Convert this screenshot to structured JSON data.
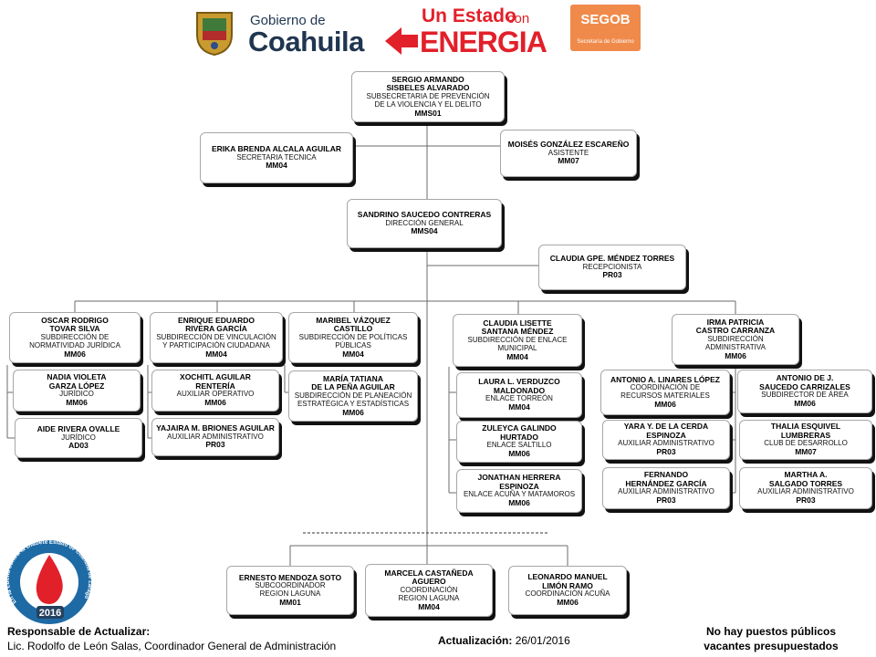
{
  "header": {
    "logo_gobierno": {
      "line1": "Gobierno de",
      "line2": "Coahuila"
    },
    "logo_estado": {
      "line1": "Un Estado",
      "line1b": "con",
      "line2": "ENERGIA"
    },
    "logo_segob": {
      "line1": "SEGOB",
      "line2": "Secretaría de Gobierno"
    }
  },
  "nodes": {
    "n_sergio": {
      "name": [
        "SERGIO ARMANDO",
        "SISBELES ALVARADO"
      ],
      "role": [
        "SUBSECRETARIA DE PREVENCIÓN",
        "DE LA VIOLENCIA Y EL DELITO"
      ],
      "code": "MMS01"
    },
    "n_erika": {
      "name": [
        "ERIKA BRENDA ALCALA AGUILAR"
      ],
      "role": [
        "SECRETARIA TECNICA"
      ],
      "code": "MM04"
    },
    "n_moises": {
      "name": [
        "MOISÉS GONZÁLEZ ESCAREÑO"
      ],
      "role": [
        "ASISTENTE"
      ],
      "code": "MM07"
    },
    "n_sandrino": {
      "name": [
        "SANDRINO SAUCEDO CONTRERAS"
      ],
      "role": [
        "DIRECCIÓN GENERAL"
      ],
      "code": "MMS04"
    },
    "n_claudia_mendez": {
      "name": [
        "CLAUDIA GPE. MÉNDEZ TORRES"
      ],
      "role": [
        "RECEPCIONISTA"
      ],
      "code": "PR03"
    },
    "n_oscar": {
      "name": [
        "OSCAR RODRIGO",
        "TOVAR SILVA"
      ],
      "role": [
        "SUBDIRECCIÓN DE",
        "NORMATIVIDAD JURÍDICA"
      ],
      "code": "MM06"
    },
    "n_enrique": {
      "name": [
        "ENRIQUE EDUARDO",
        "RIVERA GARCÍA"
      ],
      "role": [
        "SUBDIRECCIÓN DE VINCULACIÓN",
        "Y PARTICIPACIÓN CIUDADANA"
      ],
      "code": "MM04"
    },
    "n_maribel": {
      "name": [
        "MARIBEL VÁZQUEZ",
        "CASTILLO"
      ],
      "role": [
        "SUBDIRECCIÓN DE POLÍTICAS",
        "PÚBLICAS"
      ],
      "code": "MM04"
    },
    "n_claudia_santana": {
      "name": [
        "CLAUDIA LISETTE",
        "SANTANA MÉNDEZ"
      ],
      "role": [
        "SUBDIRECCIÓN DE ENLACE",
        "MUNICIPAL"
      ],
      "code": "MM04"
    },
    "n_irma": {
      "name": [
        "IRMA PATRICIA",
        "CASTRO CARRANZA"
      ],
      "role": [
        "SUBDIRECCIÓN",
        "ADMINISTRATIVA"
      ],
      "code": "MM06"
    },
    "n_nadia": {
      "name": [
        "NADIA VIOLETA",
        "GARZA LÓPEZ"
      ],
      "role": [
        "JURÍDICO"
      ],
      "code": "MM06"
    },
    "n_aide": {
      "name": [
        "AIDE RIVERA OVALLE"
      ],
      "role": [
        "JURÍDICO"
      ],
      "code": "AD03"
    },
    "n_xochitl": {
      "name": [
        "XOCHITL AGUILAR",
        "RENTERÍA"
      ],
      "role": [
        "AUXILIAR OPERATIVO"
      ],
      "code": "MM06"
    },
    "n_yajaira": {
      "name": [
        "YAJAIRA M. BRIONES AGUILAR"
      ],
      "role": [
        "AUXILIAR ADMINISTRATIVO"
      ],
      "code": "PR03"
    },
    "n_maria": {
      "name": [
        "MARÍA TATIANA",
        "DE LA PEÑA AGUILAR"
      ],
      "role": [
        "SUBDIRECCIÓN DE PLANEACIÓN",
        "ESTRATÉGICA Y ESTADÍSTICAS"
      ],
      "code": "MM06"
    },
    "n_laura": {
      "name": [
        "LAURA L. VERDUZCO",
        "MALDONADO"
      ],
      "role": [
        "ENLACE TORREÓN"
      ],
      "code": "MM04"
    },
    "n_zuleyca": {
      "name": [
        "ZULEYCA GALINDO",
        "HURTADO"
      ],
      "role": [
        "ENLACE SALTILLO"
      ],
      "code": "MM06"
    },
    "n_jonathan": {
      "name": [
        "JONATHAN HERRERA",
        "ESPINOZA"
      ],
      "role": [
        "ENLACE ACUÑA Y MATAMOROS"
      ],
      "code": "MM06"
    },
    "n_antonio_l": {
      "name": [
        "ANTONIO A. LINARES LÓPEZ"
      ],
      "role": [
        "COORDINACIÓN DE",
        "RECURSOS MATERIALES"
      ],
      "code": "MM06"
    },
    "n_yara": {
      "name": [
        "YARA Y. DE LA CERDA",
        "ESPINOZA"
      ],
      "role": [
        "AUXILIAR ADMINISTRATIVO"
      ],
      "code": "PR03"
    },
    "n_fernando": {
      "name": [
        "FERNANDO",
        "HERNÁNDEZ GARCÍA"
      ],
      "role": [
        "AUXILIAR ADMINISTRATIVO"
      ],
      "code": "PR03"
    },
    "n_antonio_s": {
      "name": [
        "ANTONIO DE J.",
        "SAUCEDO CARRIZALES"
      ],
      "role": [
        "SUBDIRECTOR DE ÁREA"
      ],
      "code": "MM06"
    },
    "n_thalia": {
      "name": [
        "THALIA ESQUIVEL",
        "LUMBRERAS"
      ],
      "role": [
        "CLUB DE DESARROLLO"
      ],
      "code": "MM07"
    },
    "n_martha": {
      "name": [
        "MARTHA A.",
        "SALGADO TORRES"
      ],
      "role": [
        "AUXILIAR ADMINISTRATIVO"
      ],
      "code": "PR03"
    },
    "n_ernesto": {
      "name": [
        "ERNESTO MENDOZA SOTO"
      ],
      "role": [
        "SUBCOORDINADOR",
        "REGION LAGUNA"
      ],
      "code": "MM01"
    },
    "n_marcela": {
      "name": [
        "MARCELA CASTAÑEDA",
        "AGUERO"
      ],
      "role": [
        "COORDINACIÓN",
        "REGION LAGUNA"
      ],
      "code": "MM04"
    },
    "n_leonardo": {
      "name": [
        "LEONARDO MANUEL",
        "LIMÓN RAMO"
      ],
      "role": [
        "COORDINACIÓN ACUÑA"
      ],
      "code": "MM06"
    }
  },
  "diabetes_logo": {
    "year": "2016",
    "arc_text": "En la Lucha contra la Diabetes",
    "arc_text2": "Estado de Coahuila de Zaragoza"
  },
  "footer": {
    "responsable_label": "Responsable de Actualizar:",
    "responsable_name": "Lic. Rodolfo de León Salas, Coordinador General de Administración",
    "update_label": "Actualización:",
    "update_date": "26/01/2016",
    "vacantes_line1": "No hay puestos públicos",
    "vacantes_line2": "vacantes presupuestados"
  },
  "colors": {
    "red": "#e2202a",
    "segob_orange": "#f08a4b",
    "blue": "#1d6aa5",
    "navy": "#24415f",
    "gold": "#b48a2a"
  }
}
